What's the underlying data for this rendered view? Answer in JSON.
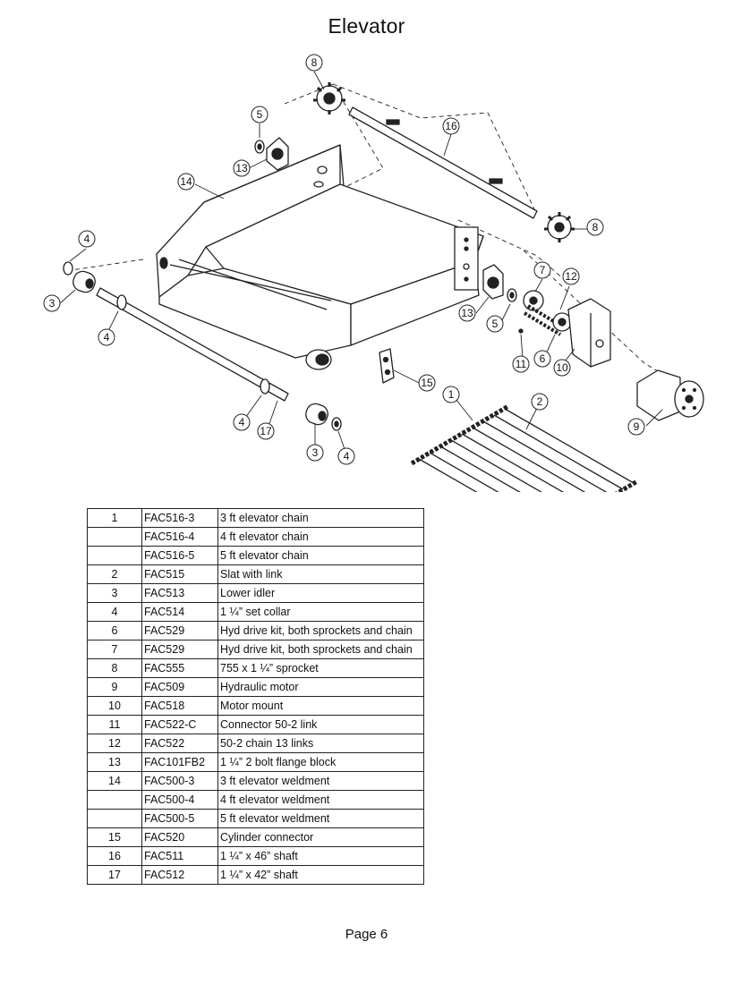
{
  "title": "Elevator",
  "callouts": [
    "8",
    "5",
    "13",
    "16",
    "14",
    "8",
    "4",
    "3",
    "7",
    "12",
    "13",
    "5",
    "4",
    "11",
    "6",
    "10",
    "15",
    "1",
    "2",
    "9",
    "4",
    "17",
    "3",
    "4"
  ],
  "parts": [
    {
      "item": "1",
      "part": "FAC516-3",
      "desc": "3 ft elevator chain"
    },
    {
      "item": "",
      "part": "FAC516-4",
      "desc": "4 ft elevator chain"
    },
    {
      "item": "",
      "part": "FAC516-5",
      "desc": "5 ft elevator chain"
    },
    {
      "item": "2",
      "part": "FAC515",
      "desc": "Slat with link"
    },
    {
      "item": "3",
      "part": "FAC513",
      "desc": "Lower idler"
    },
    {
      "item": "4",
      "part": "FAC514",
      "desc": "1 ¼” set collar"
    },
    {
      "item": "6",
      "part": "FAC529",
      "desc": "Hyd drive kit, both sprockets and chain"
    },
    {
      "item": "7",
      "part": "FAC529",
      "desc": "Hyd drive kit, both sprockets and chain"
    },
    {
      "item": "8",
      "part": "FAC555",
      "desc": "755 x  1 ¼” sprocket"
    },
    {
      "item": "9",
      "part": "FAC509",
      "desc": "Hydraulic motor"
    },
    {
      "item": "10",
      "part": "FAC518",
      "desc": "Motor mount"
    },
    {
      "item": "11",
      "part": "FAC522-C",
      "desc": "Connector 50-2 link"
    },
    {
      "item": "12",
      "part": "FAC522",
      "desc": "50-2 chain 13 links"
    },
    {
      "item": "13",
      "part": "FAC101FB2",
      "desc": "1 ¼” 2 bolt flange block"
    },
    {
      "item": "14",
      "part": "FAC500-3",
      "desc": "3 ft elevator weldment"
    },
    {
      "item": "",
      "part": "FAC500-4",
      "desc": "4 ft elevator weldment"
    },
    {
      "item": "",
      "part": "FAC500-5",
      "desc": "5 ft elevator weldment"
    },
    {
      "item": "15",
      "part": "FAC520",
      "desc": "Cylinder connector"
    },
    {
      "item": "16",
      "part": "FAC511",
      "desc": "1 ¼” x 46” shaft"
    },
    {
      "item": "17",
      "part": "FAC512",
      "desc": "1 ¼” x 42” shaft"
    }
  ],
  "footer": "Page 6"
}
